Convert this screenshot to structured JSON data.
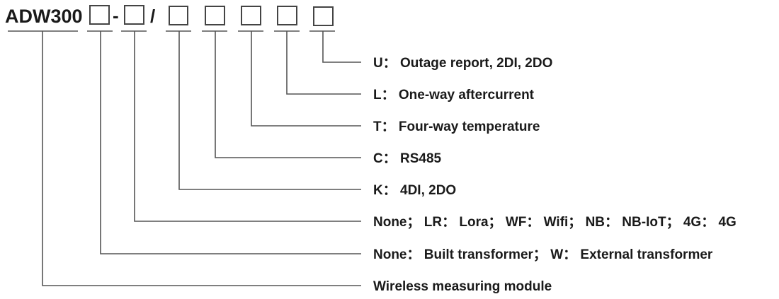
{
  "model_prefix": "ADW300",
  "separators": [
    "-",
    "/"
  ],
  "code_slots": [
    {
      "slot": 1,
      "description": "None: Built transformer; W: External transformer"
    },
    {
      "slot": 2,
      "description": "None; LR: Lora; WF: Wifi; NB: NB-IoT; 4G: 4G"
    },
    {
      "slot": 3,
      "description": "K: 4DI, 2DO"
    },
    {
      "slot": 4,
      "description": "C: RS485"
    },
    {
      "slot": 5,
      "description": "T: Four-way temperature"
    },
    {
      "slot": 6,
      "description": "L: One-way aftercurrent"
    },
    {
      "slot": 7,
      "description": "U: Outage report, 2DI, 2DO"
    }
  ],
  "labels": {
    "prefix_description": "Wireless measuring module",
    "u": "U：  Outage report, 2DI, 2DO",
    "l": "L：  One-way aftercurrent",
    "t": "T：  Four-way temperature",
    "c": "C：  RS485",
    "k": "K：  4DI, 2DO",
    "comm": "None；  LR：  Lora；  WF：  Wifi；  NB：  NB-IoT；  4G：   4G",
    "transformer": "None：  Built transformer；  W：  External  transformer",
    "module": "Wireless measuring module"
  }
}
